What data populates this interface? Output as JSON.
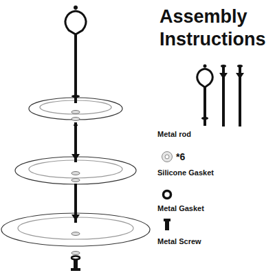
{
  "diagram": {
    "title": "Assembly Instructions",
    "labels": [
      "Metal rod",
      "*6",
      "Silicone Gasket",
      "Metal Gasket",
      "Metal Screw"
    ]
  }
}
